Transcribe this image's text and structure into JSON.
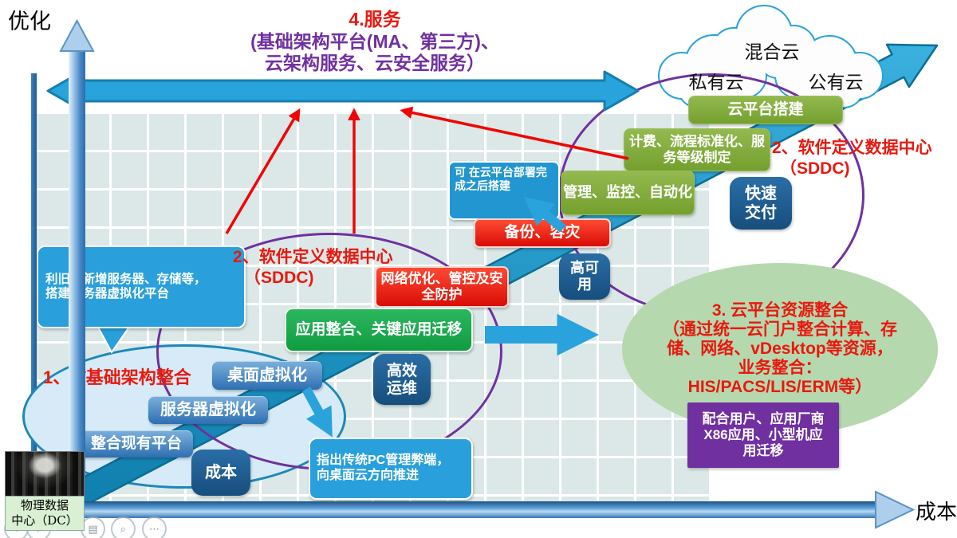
{
  "axes": {
    "y_label": "优化",
    "x_label": "成本"
  },
  "title": {
    "line1": "4.服务",
    "line2": "(基础架构平台(MA、第三方)、",
    "line3": "云架构服务、云安全服务）"
  },
  "clouds": {
    "hybrid": "混合云",
    "private": "私有云",
    "public": "公有云"
  },
  "labels": {
    "sddc_right_line1": "2、软件定义数据中心",
    "sddc_right_line2": "（SDDC)",
    "sddc_left_line1": "2、软件定义数据中心",
    "sddc_left_line2": "（SDDC)",
    "it_integration": "1、IT基础架构整合"
  },
  "boxes": {
    "cloud_platform_build": "云平台搭建",
    "billing": "计费、流程标准化、服务等级制定",
    "management": "管理、监控、自动化",
    "quick_delivery_line1": "快速",
    "quick_delivery_line2": "交付",
    "deploy_note": "可 在云平台部署完成之后搭建",
    "backup": "备份、容灾",
    "high_avail_line1": "高可",
    "high_avail_line2": "用",
    "network": "网络优化、管控及安全防护",
    "app_integration": "应用整合、关键应用迁移",
    "desktop_virt": "桌面虚拟化",
    "efficient_ops_line1": "高效",
    "efficient_ops_line2": "运维",
    "server_virt": "服务器虚拟化",
    "consolidate": "整合现有平台",
    "cost": "成本",
    "pc_note_line1": "指出传统PC管理弊端，",
    "pc_note_line2": "向桌面云方向推进",
    "reuse_note_line1": "利旧或新增服务器、存储等，",
    "reuse_note_line2": "搭建服务器虚拟化平台"
  },
  "resource_ellipse": {
    "line1": "3. 云平台资源整合",
    "line2": "（通过统一云门户整合计算、存",
    "line3": "储、网络、vDesktop等资源，",
    "line4": "业务整合：",
    "line5": "HIS/PACS/LIS/ERM等）"
  },
  "migration_box": {
    "line1": "配合用户、应用厂商",
    "line2": "X86应用、小型机应",
    "line3": "用迁移"
  },
  "datacenter": {
    "caption_line1": "物理数据",
    "caption_line2": "中心（DC）"
  },
  "viewer_icons": {
    "prev": "‹",
    "next": "›",
    "save": "▤",
    "zoom": "⌕",
    "more": "⋯"
  },
  "colors": {
    "accent_blue": "#29a3dc",
    "olive_green": "#7da839",
    "vivid_green": "#18a74a",
    "alert_red": "#e8190f",
    "dark_blue": "#1f5c8b",
    "purple": "#7030a0",
    "light_green_ellipse": "#b6d8ae",
    "grid": "#dce8e8"
  }
}
